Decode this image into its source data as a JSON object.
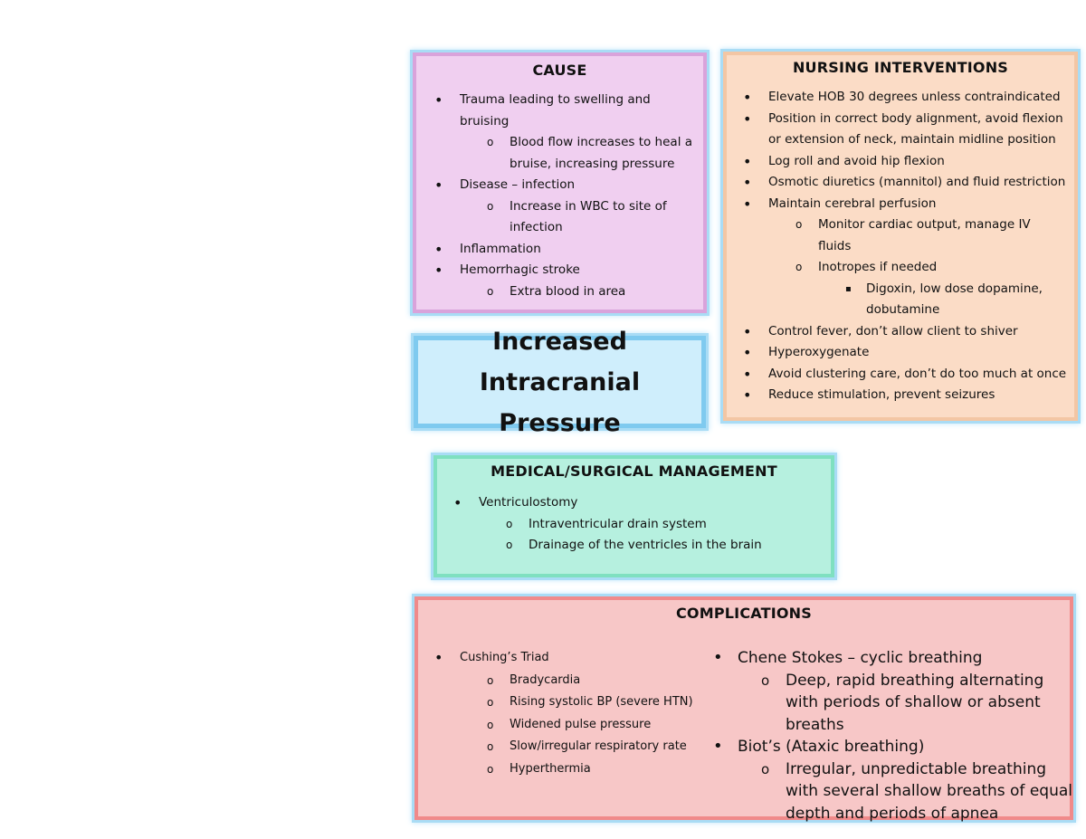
{
  "cause": {
    "title": "CAUSE",
    "items": [
      {
        "text": "Trauma leading to swelling and bruising",
        "sub": [
          "Blood flow increases to heal a bruise, increasing pressure"
        ]
      },
      {
        "text": "Disease – infection",
        "sub": [
          "Increase in WBC to site of infection"
        ]
      },
      {
        "text": "Inflammation",
        "sub": []
      },
      {
        "text": "Hemorrhagic stroke",
        "sub": [
          "Extra blood in area"
        ]
      }
    ]
  },
  "nursing": {
    "title": "NURSING INTERVENTIONS",
    "items": [
      "Elevate HOB 30 degrees unless contraindicated",
      "Position in correct body alignment, avoid flexion or extension of neck, maintain midline position",
      "Log roll and avoid hip flexion",
      "Osmotic diuretics (mannitol) and fluid restriction",
      "Maintain cerebral perfusion",
      "Monitor cardiac output, manage IV fluids",
      "Inotropes if needed",
      "Digoxin, low dose dopamine, dobutamine",
      "Control fever, don’t allow client to shiver",
      "Hyperoxygenate",
      "Avoid clustering care, don’t do too much at once",
      "Reduce stimulation, prevent seizures"
    ]
  },
  "center": {
    "line1": "Increased",
    "line2": "Intracranial Pressure"
  },
  "medical": {
    "title": "MEDICAL/SURGICAL MANAGEMENT",
    "item": "Ventriculostomy",
    "sub": [
      "Intraventricular drain system",
      "Drainage of the ventricles in the brain"
    ]
  },
  "complications": {
    "title": "COMPLICATIONS",
    "left": {
      "item": "Cushing’s Triad",
      "sub": [
        "Bradycardia",
        "Rising systolic BP (severe HTN)",
        "Widened pulse pressure",
        "Slow/irregular respiratory rate",
        "Hyperthermia"
      ]
    },
    "right": [
      {
        "text": "Chene Stokes – cyclic breathing",
        "sub": "Deep, rapid breathing alternating with periods of shallow or absent breaths"
      },
      {
        "text": "Biot’s (Ataxic breathing)",
        "sub": "Irregular, unpredictable breathing with several shallow breaths of equal depth and periods of apnea"
      }
    ]
  }
}
